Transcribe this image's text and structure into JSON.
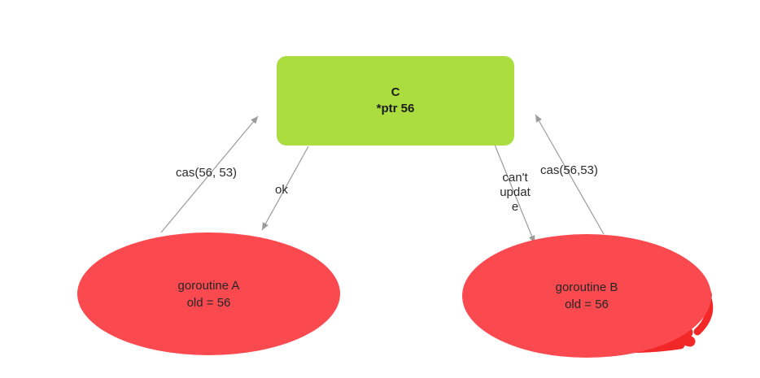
{
  "node_c": {
    "label": "C",
    "sublabel": "*ptr 56"
  },
  "goroutine_a": {
    "name": "goroutine A",
    "state": "old = 56"
  },
  "goroutine_b": {
    "name": "goroutine B",
    "state": "old = 56"
  },
  "edges": {
    "cas_left_label": "cas(56, 53)",
    "ok_label": "ok",
    "cant_update_lines": [
      "can't",
      "updat",
      "e"
    ],
    "cas_right_label": "cas(56,53)"
  },
  "colors": {
    "node_fill": "#abdd3f",
    "goroutine_fill": "#fa4a4f",
    "scribble_red": "#f22828",
    "arrow_gray": "#9a9a9a",
    "text": "#262626"
  }
}
